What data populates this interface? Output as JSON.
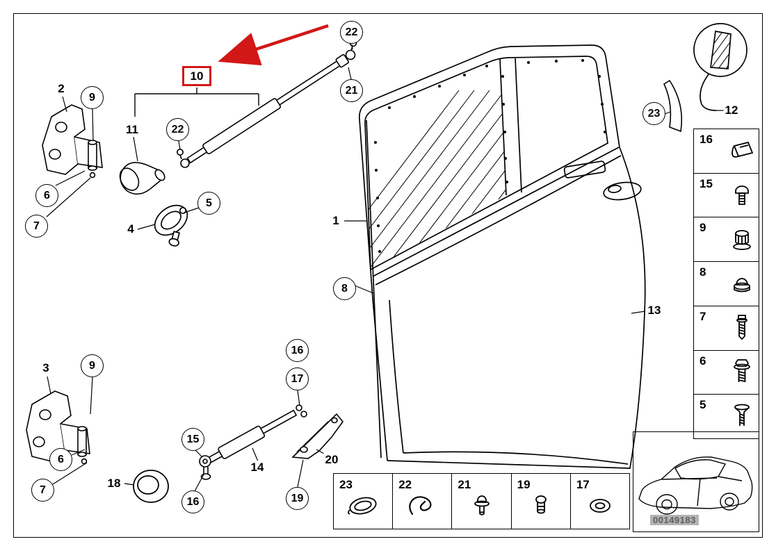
{
  "diagram": {
    "watermark": "00149183",
    "highlight_color": "#d21717"
  },
  "callouts": {
    "door": "1",
    "hinge_upper": "2",
    "hinge_lower": "3",
    "bracket_cone": "4",
    "ring_nut": "5",
    "hinge_upper_bolt": "6",
    "hinge_upper_screw": "7",
    "door_inner_edge": "8",
    "hinge_upper_pin": "9",
    "door_brake": "10",
    "boot": "11",
    "trim_corner_inset": "12",
    "door_panel": "13",
    "check_strap": "14",
    "check_pin": "15",
    "check_washer": "16",
    "check_clip_upper": "16",
    "check_clip": "17",
    "gasket_ring": "18",
    "bracket_bolt": "19",
    "check_bracket": "20",
    "strut_joint": "21",
    "strut_pin_top": "22",
    "strut_pin_mid": "22",
    "trim_wedge": "23",
    "hinge_lower_pin": "9",
    "hinge_lower_bolt": "6",
    "hinge_lower_screw": "7"
  },
  "right_panel": [
    {
      "label": "16",
      "icon": "clip-icon"
    },
    {
      "label": "15",
      "icon": "rivet-icon"
    },
    {
      "label": "9",
      "icon": "grommet-nut-icon"
    },
    {
      "label": "8",
      "icon": "cap-plug-icon"
    },
    {
      "label": "7",
      "icon": "screw-icon"
    },
    {
      "label": "6",
      "icon": "flange-bolt-icon"
    },
    {
      "label": "5",
      "icon": "countersunk-screw-icon"
    }
  ],
  "bottom_strip": [
    {
      "label": "23",
      "icon": "oval-plug-icon"
    },
    {
      "label": "22",
      "icon": "spring-clip-icon"
    },
    {
      "label": "21",
      "icon": "stud-grommet-icon"
    },
    {
      "label": "19",
      "icon": "plug-icon"
    },
    {
      "label": "17",
      "icon": "washer-icon"
    }
  ]
}
